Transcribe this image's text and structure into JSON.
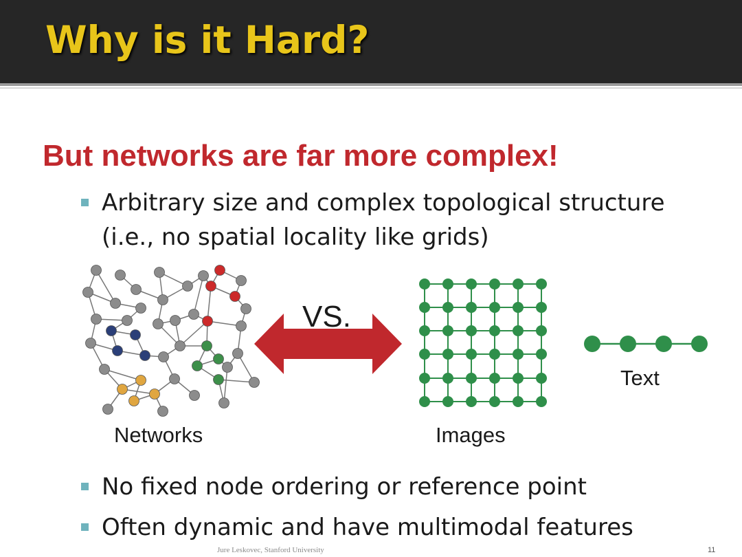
{
  "slide": {
    "title": "Why is it Hard?",
    "headline": "But networks are far more complex!",
    "bullets": [
      "Arbitrary size and complex topological structure (i.e., no spatial locality like grids)",
      "No fixed node ordering or reference point",
      "Often dynamic and have multimodal features"
    ],
    "diagram": {
      "vs_label": "VS.",
      "networks_label": "Networks",
      "images_label": "Images",
      "text_label": "Text"
    },
    "footer": "Jure Leskovec, Stanford University",
    "page_number": "11"
  },
  "colors": {
    "title_bar": "#262626",
    "title_text": "#e8c51a",
    "headline": "#c0282d",
    "bullet_marker": "#6fb3bd",
    "arrow": "#c0282d",
    "grid_node": "#2f8f4a",
    "node_gray": "#8c8c8c",
    "node_red": "#cc2a2a",
    "node_navy": "#2b3f78",
    "node_green": "#3d8f4a",
    "node_orange": "#e0a640"
  },
  "icons": [
    "bullet-square-icon",
    "double-arrow-icon"
  ]
}
